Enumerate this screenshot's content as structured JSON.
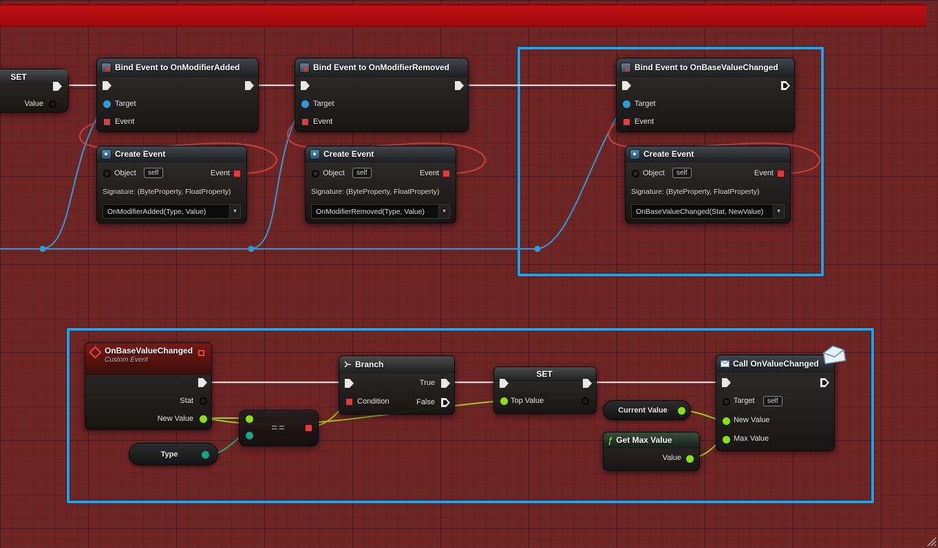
{
  "graph": {
    "set_top": {
      "title": "SET",
      "value_pin": "Value"
    },
    "bind_nodes": [
      {
        "title": "Bind Event to OnModifierAdded",
        "target_label": "Target",
        "event_label": "Event"
      },
      {
        "title": "Bind Event to OnModifierRemoved",
        "target_label": "Target",
        "event_label": "Event"
      },
      {
        "title": "Bind Event to OnBaseValueChanged",
        "target_label": "Target",
        "event_label": "Event"
      }
    ],
    "create_nodes": [
      {
        "title": "Create Event",
        "object_label": "Object",
        "object_value": "self",
        "event_label": "Event",
        "signature": "Signature: (ByteProperty, FloatProperty)",
        "selected_function": "OnModifierAdded(Type, Value)"
      },
      {
        "title": "Create Event",
        "object_label": "Object",
        "object_value": "self",
        "event_label": "Event",
        "signature": "Signature: (ByteProperty, FloatProperty)",
        "selected_function": "OnModifierRemoved(Type, Value)"
      },
      {
        "title": "Create Event",
        "object_label": "Object",
        "object_value": "self",
        "event_label": "Event",
        "signature": "Signature: (ByteProperty, FloatProperty)",
        "selected_function": "OnBaseValueChanged(Stat, NewValue)"
      }
    ],
    "custom_event": {
      "title": "OnBaseValueChanged",
      "subtitle": "Custom Event",
      "stat_label": "Stat",
      "new_value_label": "New Value"
    },
    "type_variable": {
      "label": "Type"
    },
    "equals_node": {
      "operator": "=="
    },
    "branch_node": {
      "title": "Branch",
      "condition_label": "Condition",
      "true_label": "True",
      "false_label": "False"
    },
    "set_bottom": {
      "title": "SET",
      "top_value_label": "Top Value"
    },
    "current_value_variable": {
      "label": "Current Value"
    },
    "get_max_value_node": {
      "title": "Get Max Value",
      "value_label": "Value"
    },
    "call_node": {
      "title": "Call OnValueChanged",
      "target_label": "Target",
      "target_value": "self",
      "new_value_label": "New Value",
      "max_value_label": "Max Value"
    }
  },
  "icons": {
    "dropdown_arrow": "▼",
    "function_glyph": "ƒ"
  }
}
